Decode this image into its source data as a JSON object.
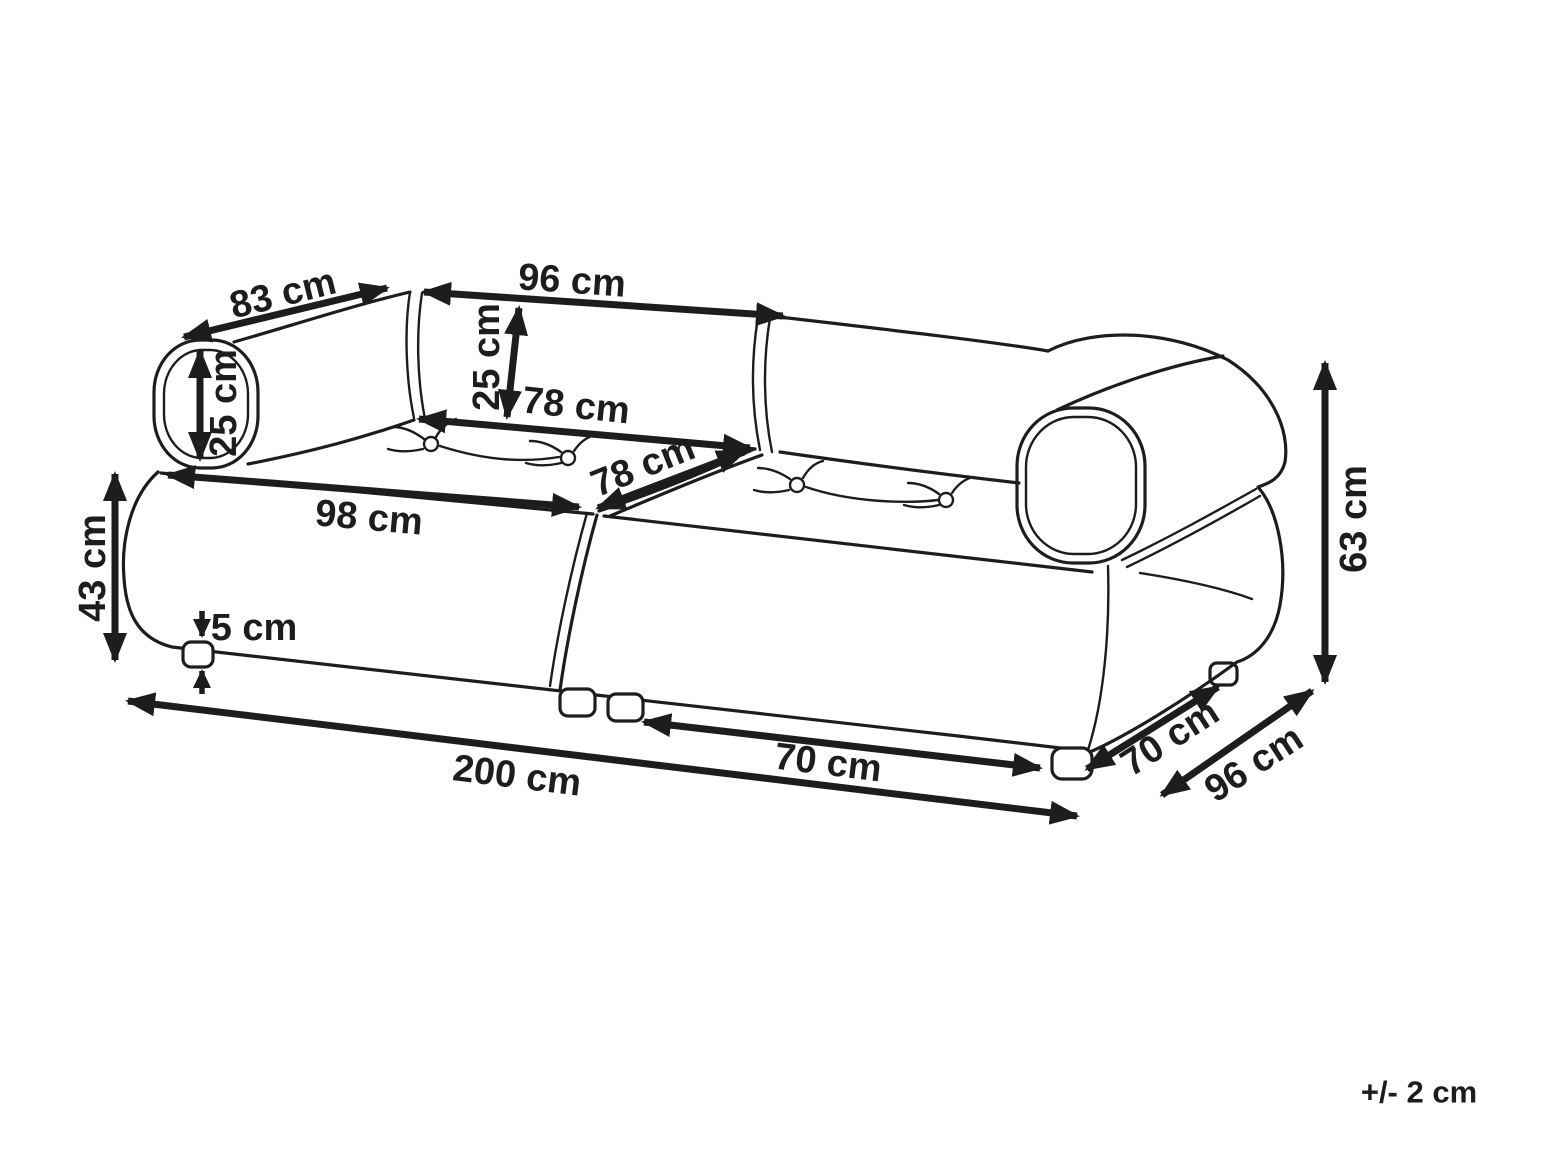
{
  "diagram": {
    "kind": "sofa-dimension-technical-drawing",
    "background_color": "#ffffff",
    "ink_color": "#1d1d1b",
    "tolerance_note": "+/- 2 cm",
    "dimensions": {
      "armrest_length": {
        "value_cm": 83,
        "label": "83 cm"
      },
      "backrest_width": {
        "value_cm": 96,
        "label": "96 cm"
      },
      "armrest_bolster_height": {
        "value_cm": 25,
        "label": "25 cm"
      },
      "backrest_bolster_height": {
        "value_cm": 25,
        "label": "25 cm"
      },
      "seat_cushion_width": {
        "value_cm": 78,
        "label": "78 cm"
      },
      "seat_cushion_depth": {
        "value_cm": 78,
        "label": "78 cm"
      },
      "module_front_width": {
        "value_cm": 98,
        "label": "98 cm"
      },
      "base_height": {
        "value_cm": 43,
        "label": "43 cm"
      },
      "leg_height": {
        "value_cm": 5,
        "label": "5 cm"
      },
      "overall_width": {
        "value_cm": 200,
        "label": "200 cm"
      },
      "front_leg_spacing": {
        "value_cm": 70,
        "label": "70 cm"
      },
      "side_inner_depth": {
        "value_cm": 70,
        "label": "70 cm"
      },
      "overall_depth": {
        "value_cm": 96,
        "label": "96 cm"
      },
      "armrest_total_height": {
        "value_cm": 63,
        "label": "63 cm"
      }
    }
  }
}
